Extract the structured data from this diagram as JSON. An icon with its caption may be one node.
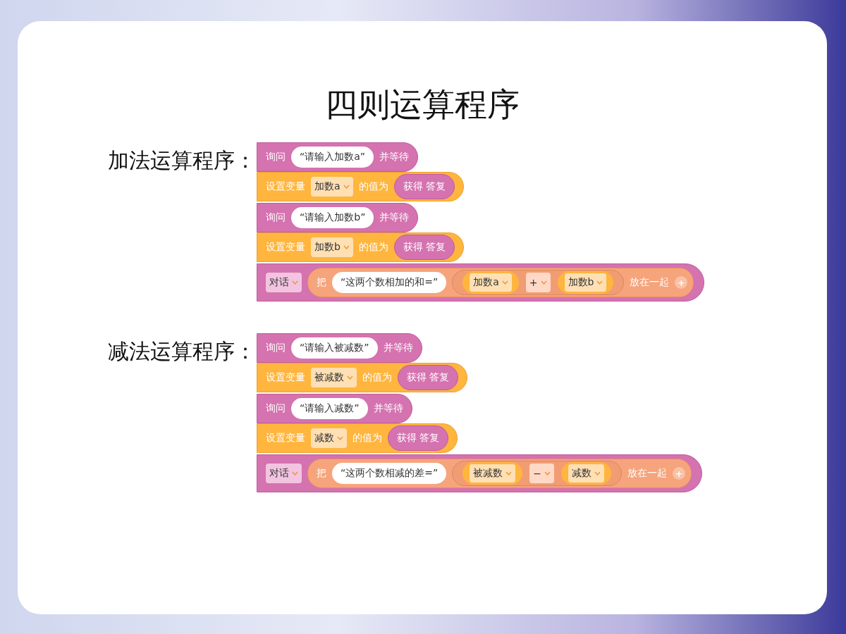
{
  "diagram": {
    "title": "四则运算程序",
    "nodes": [
      {
        "text": [
          "询问",
          "并等待"
        ]
      },
      {
        "text": [
          "“请输入加数a”"
        ],
        "in": 0
      },
      {
        "text": [
          "设置变量",
          "的值为"
        ]
      },
      {
        "text": [
          "加数a"
        ],
        "in": 2
      },
      {
        "text": [
          "获得 答复"
        ],
        "in": 2
      },
      {
        "text": [
          "询问",
          "并等待"
        ]
      },
      {
        "text": [
          "“请输入加数b”"
        ],
        "in": 5
      },
      {
        "text": [
          "设置变量",
          "的值为"
        ]
      },
      {
        "text": [
          "加数b"
        ],
        "in": 7
      },
      {
        "text": [
          "获得 答复"
        ],
        "in": 7
      },
      {
        "text": [],
        "shape": "bar"
      },
      {
        "text": [
          "对话"
        ],
        "in": 10
      },
      {
        "text": [
          "把",
          "放在一起"
        ],
        "in": 10
      },
      {
        "text": [
          "“这两个数相加的和=”"
        ],
        "in": 12
      },
      {
        "text": [],
        "shape": "box",
        "in": 12
      },
      {
        "text": [
          "加数a"
        ],
        "in": 14
      },
      {
        "text": [
          "+"
        ],
        "in": 14
      },
      {
        "text": [
          "加数b"
        ],
        "in": 14
      },
      {
        "text": [
          "+"
        ],
        "in": 12
      },
      {
        "text": [
          "询问",
          "并等待"
        ]
      },
      {
        "text": [
          "“请输入被减数”"
        ],
        "in": 19
      },
      {
        "text": [
          "设置变量",
          "的值为"
        ]
      },
      {
        "text": [
          "被减数"
        ],
        "in": 21
      },
      {
        "text": [
          "获得 答复"
        ],
        "in": 21
      },
      {
        "text": [
          "询问",
          "并等待"
        ]
      },
      {
        "text": [
          "“请输入减数”"
        ],
        "in": 24
      },
      {
        "text": [
          "设置变量",
          "的值为"
        ]
      },
      {
        "text": [
          "减数"
        ],
        "in": 26
      },
      {
        "text": [
          "获得 答复"
        ],
        "in": 26
      },
      {
        "text": [],
        "shape": "bar"
      },
      {
        "text": [
          "对话"
        ],
        "in": 29
      },
      {
        "text": [
          "把",
          "放在一起"
        ],
        "in": 29
      },
      {
        "text": [
          "“这两个数相减的差=”"
        ],
        "in": 31
      },
      {
        "text": [],
        "shape": "box",
        "in": 31
      },
      {
        "text": [
          "被减数"
        ],
        "in": 33
      },
      {
        "text": [
          "−"
        ],
        "in": 33
      },
      {
        "text": [
          "减数"
        ],
        "in": 33
      },
      {
        "text": [
          "+"
        ],
        "in": 31
      }
    ],
    "labels": [
      "加法运算程序：",
      "减法运算程序："
    ]
  }
}
